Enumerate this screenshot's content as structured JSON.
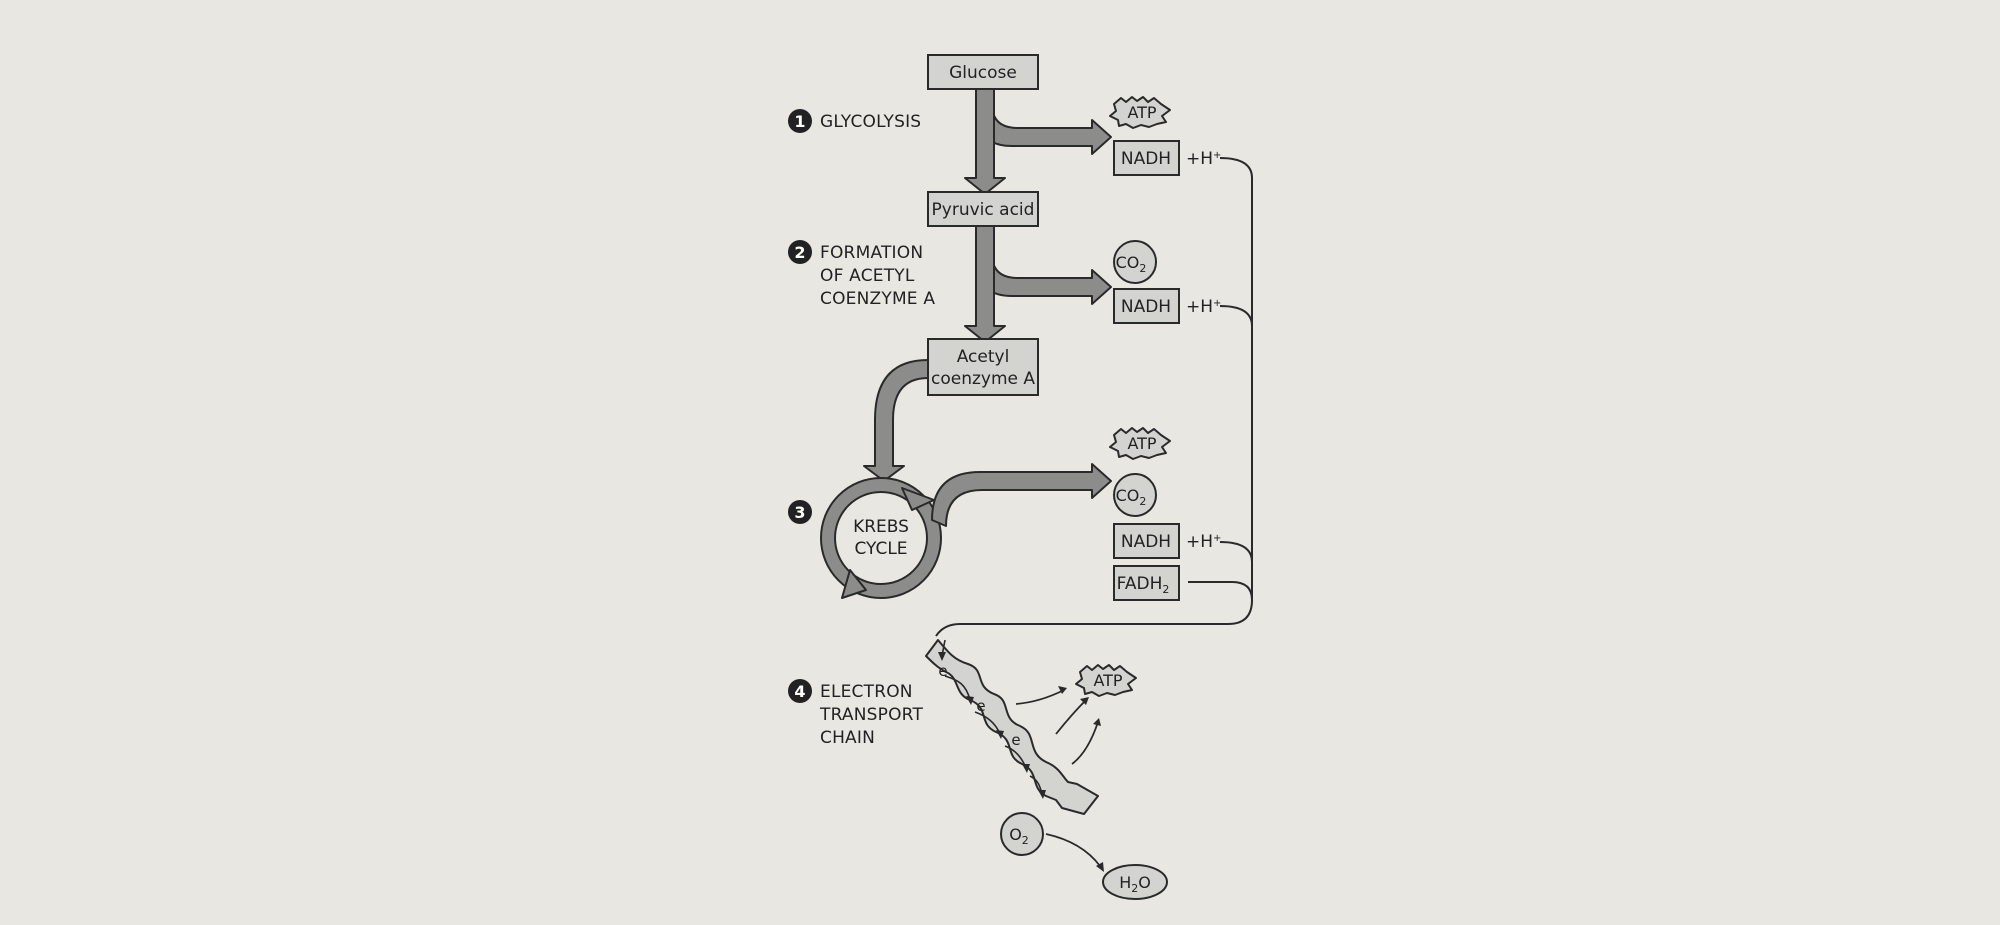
{
  "diagram": {
    "steps": [
      {
        "number": "1",
        "lines": [
          "GLYCOLYSIS"
        ]
      },
      {
        "number": "2",
        "lines": [
          "FORMATION",
          "OF ACETYL",
          "COENZYME A"
        ]
      },
      {
        "number": "3",
        "lines": []
      },
      {
        "number": "4",
        "lines": [
          "ELECTRON",
          "TRANSPORT",
          "CHAIN"
        ]
      }
    ],
    "nodes": {
      "glucose": "Glucose",
      "pyruvic_acid": "Pyruvic acid",
      "acetyl_coa_line1": "Acetyl",
      "acetyl_coa_line2": "coenzyme A",
      "krebs_line1": "KREBS",
      "krebs_line2": "CYCLE"
    },
    "products": {
      "atp": "ATP",
      "nadh": "NADH",
      "h_plus_base": "+H",
      "h_plus_sup": "+",
      "co2_base": "CO",
      "co2_sub": "2",
      "fadh2_base": "FADH",
      "fadh2_sub": "2",
      "o2_base": "O",
      "o2_sub": "2",
      "h2o_h": "H",
      "h2o_sub": "2",
      "h2o_o": "O",
      "electron": "e"
    },
    "colors": {
      "background": "#e8e7e1",
      "box_fill": "#d3d3d0",
      "arrow_fill": "#8c8c8a",
      "stroke": "#2a2a2a",
      "badge": "#222222"
    }
  }
}
